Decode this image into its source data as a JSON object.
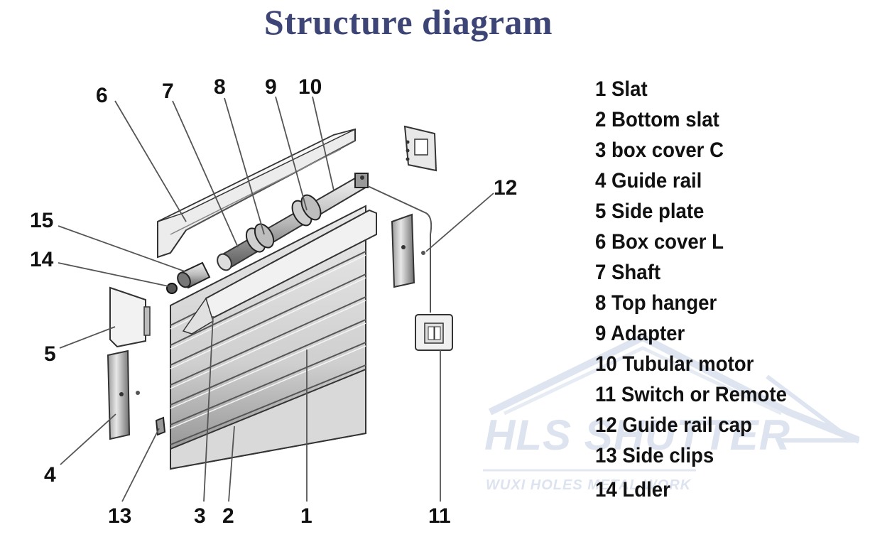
{
  "title": "Structure diagram",
  "callouts": [
    "6",
    "7",
    "8",
    "9",
    "10",
    "12",
    "15",
    "14",
    "5",
    "4",
    "13",
    "3",
    "2",
    "1",
    "11"
  ],
  "legend": [
    "1 Slat",
    "2 Bottom slat",
    "3 box cover C",
    "4 Guide rail",
    "5 Side plate",
    "6 Box cover L",
    "7 Shaft",
    "8 Top hanger",
    "9 Adapter",
    "10 Tubular motor",
    "11 Switch or Remote",
    "12 Guide rail cap",
    "13 Side clips",
    "14 Ldler"
  ],
  "watermark": {
    "name": "HLS SHUTTER",
    "company": "WUXI HOLES METAL WORK"
  },
  "colors": {
    "title": "#3d4476",
    "text": "#111111",
    "watermark": "#dde3ef",
    "line": "#444444"
  }
}
